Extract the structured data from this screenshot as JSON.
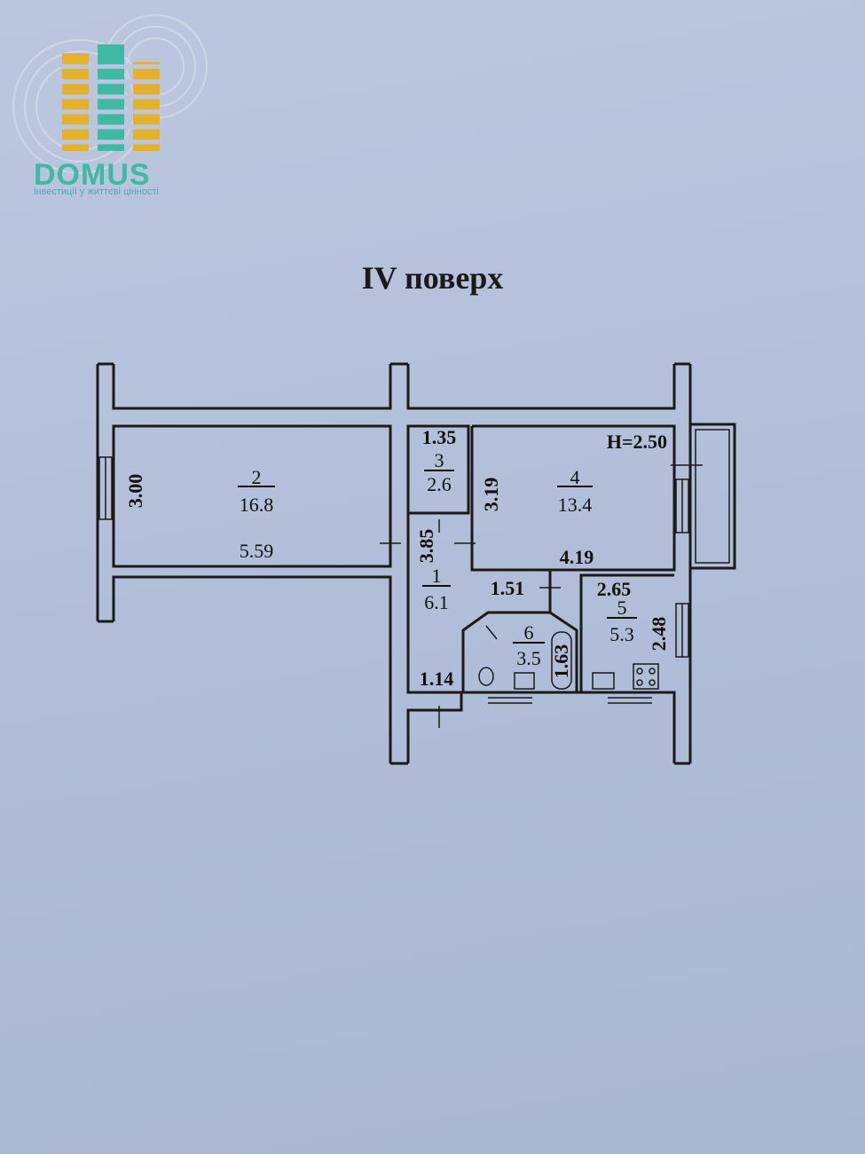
{
  "logo": {
    "name": "DOMUS",
    "tagline": "інвестиції у життєві цінності",
    "accent": "#3fb9a4",
    "secondary": "#e3b12d"
  },
  "floor_title": "IV поверх",
  "ceiling_height": "H=2.50",
  "rooms": [
    {
      "number": "1",
      "area": "6.1"
    },
    {
      "number": "2",
      "area": "16.8"
    },
    {
      "number": "3",
      "area": "2.6"
    },
    {
      "number": "4",
      "area": "13.4"
    },
    {
      "number": "5",
      "area": "5.3"
    },
    {
      "number": "6",
      "area": "3.5"
    }
  ],
  "dimensions": {
    "room2_width": "5.59",
    "room2_depth": "3.00",
    "room3_width": "1.35",
    "room4_depth": "3.19",
    "room4_width": "4.19",
    "corridor_length": "3.85",
    "bath_width": "1.51",
    "bath_depth": "1.63",
    "kitchen_width": "2.65",
    "kitchen_depth": "2.48",
    "entrance_width": "1.14"
  }
}
